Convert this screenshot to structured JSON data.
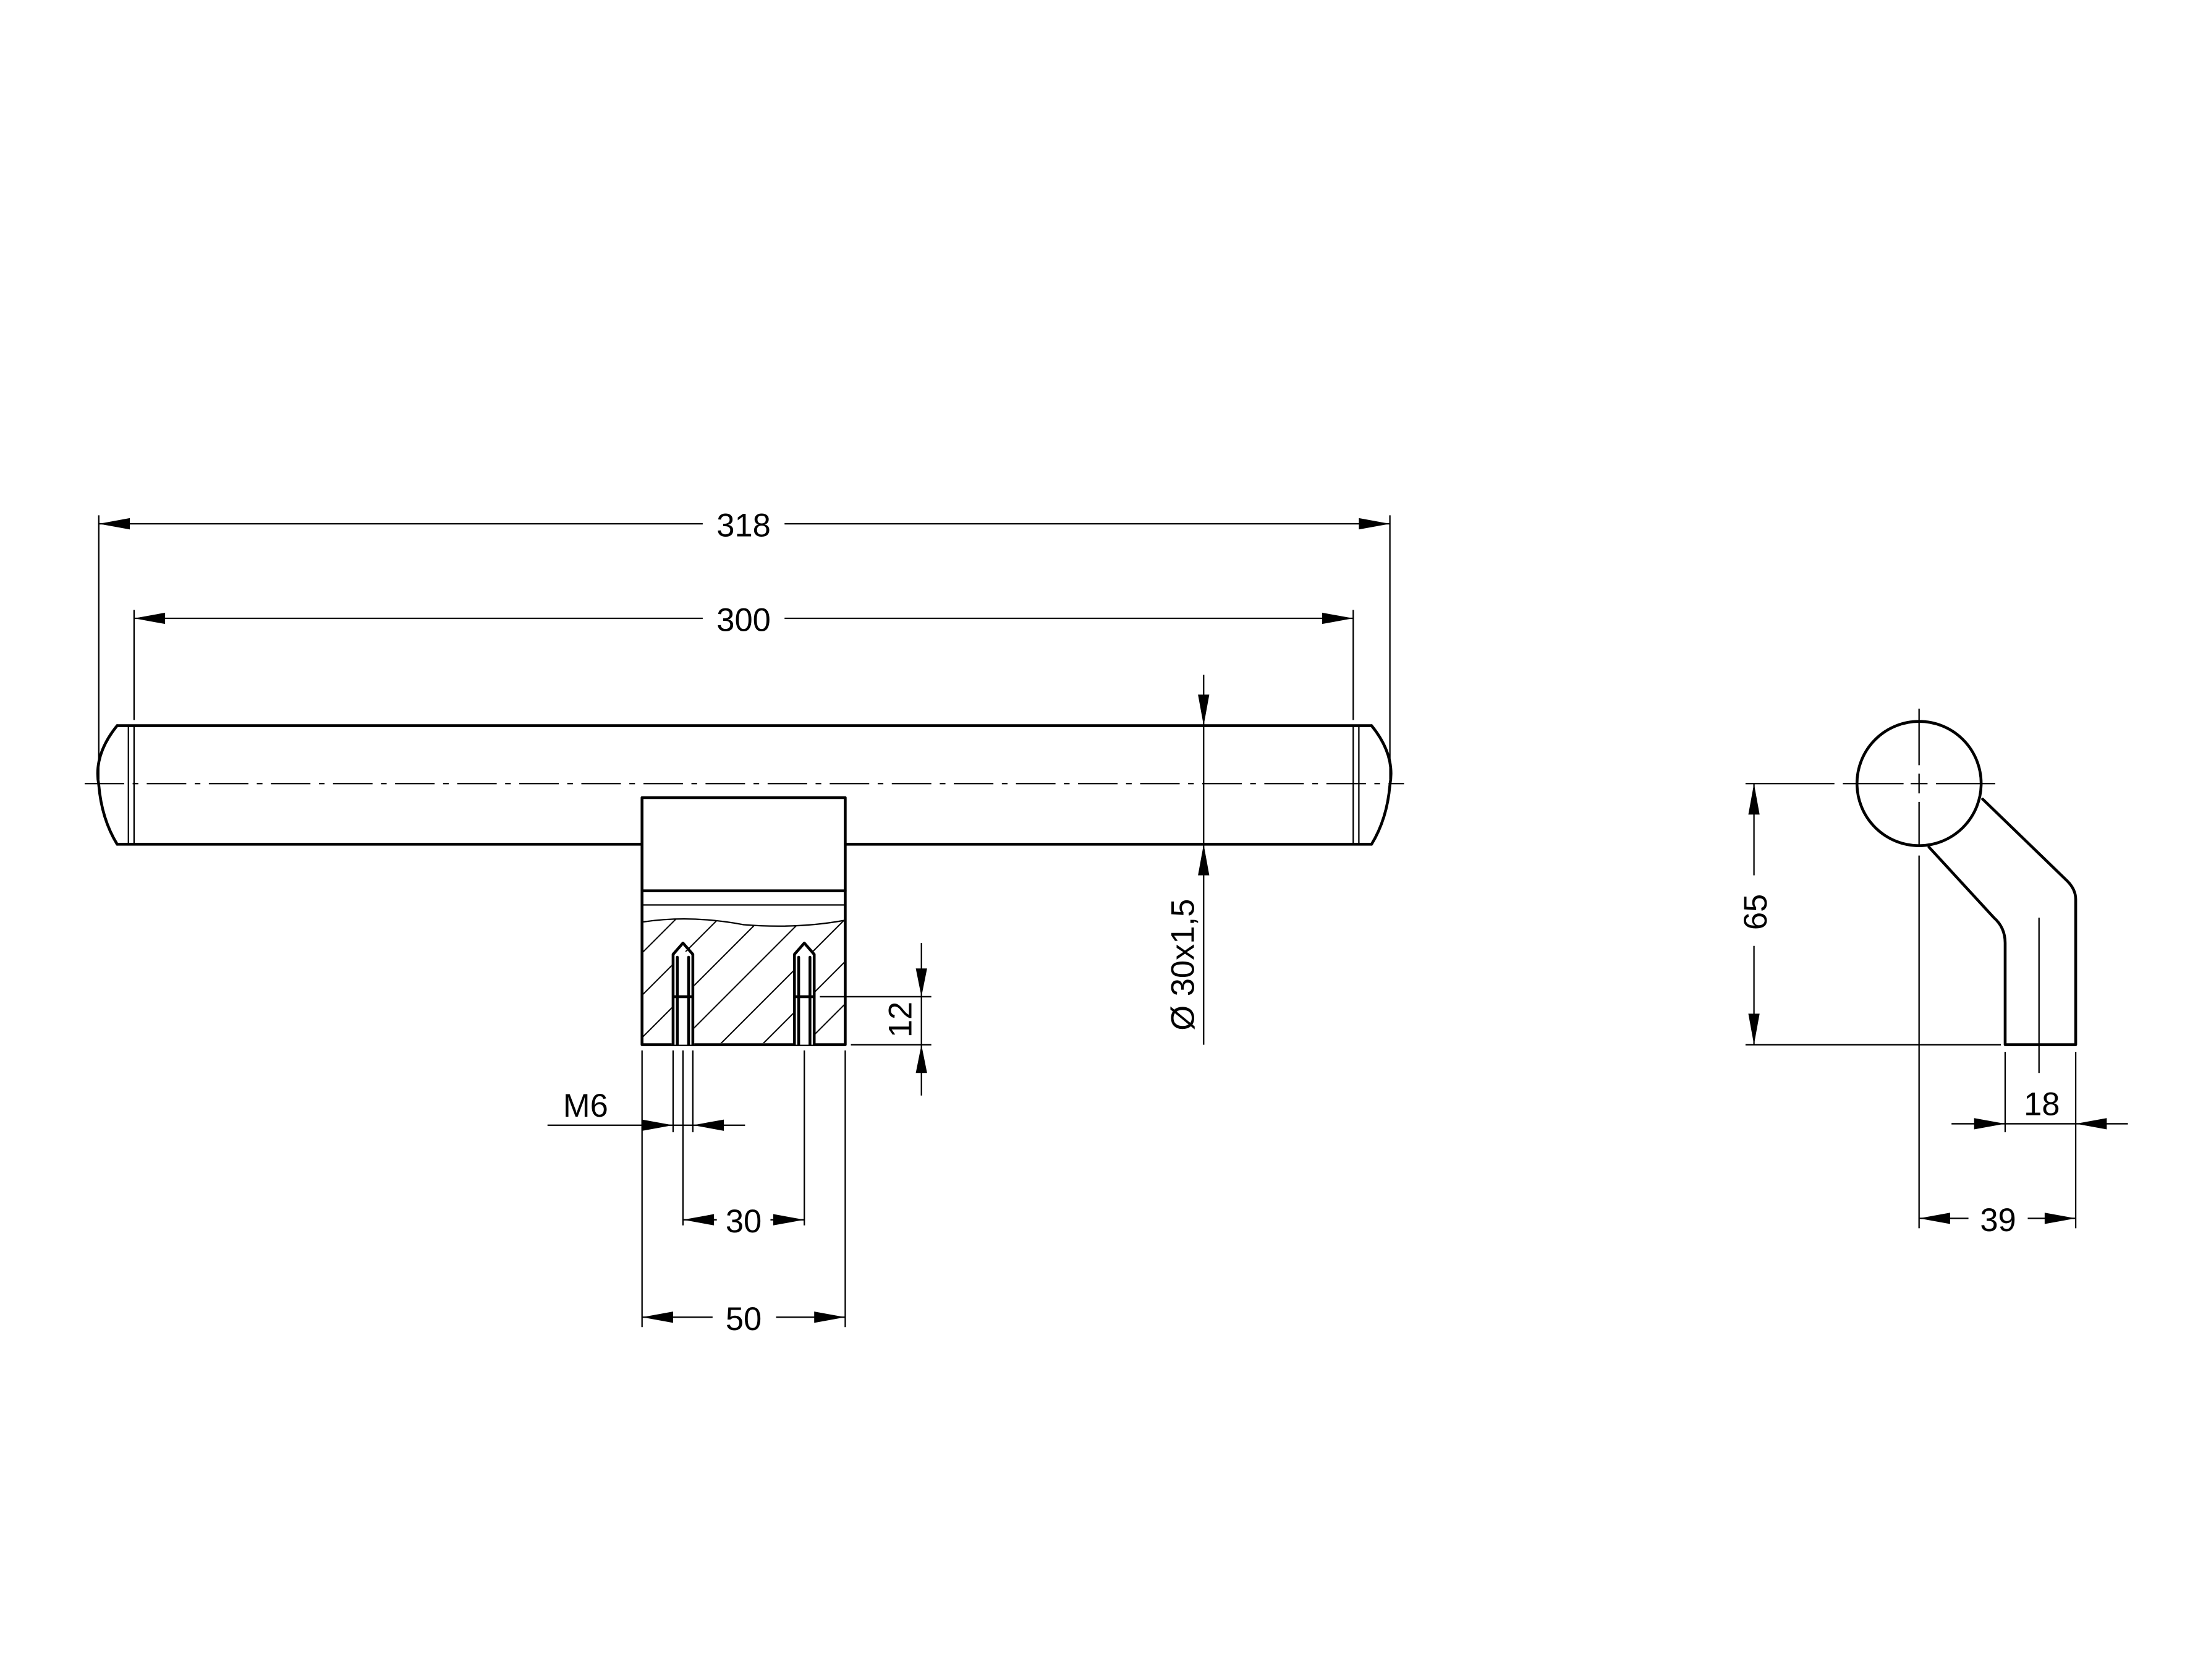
{
  "drawing": {
    "front_view": {
      "dim_overall_length": "318",
      "dim_bar_length": "300",
      "dim_diameter": "Ø 30x1,5",
      "dim_thread_depth": "12",
      "dim_thread": "M6",
      "dim_hole_spacing": "30",
      "dim_block_width": "50"
    },
    "side_view": {
      "dim_height": "65",
      "dim_foot_width": "18",
      "dim_offset": "39"
    },
    "line_color": "#000000",
    "background_color": "#ffffff"
  }
}
